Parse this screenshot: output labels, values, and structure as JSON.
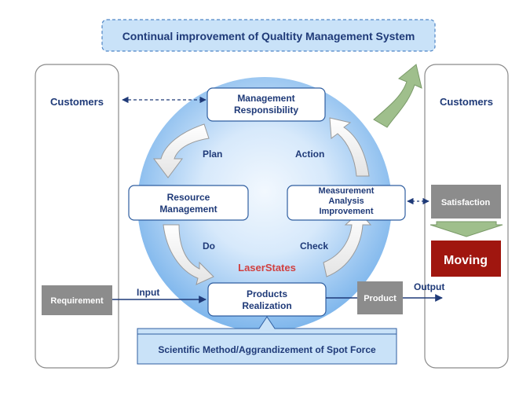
{
  "banner": {
    "title": "Continual improvement of Qualtity Management System"
  },
  "left_panel": {
    "title": "Customers",
    "requirement_label": "Requirement"
  },
  "right_panel": {
    "title": "Customers",
    "satisfaction_label": "Satisfaction",
    "moving_label": "Moving"
  },
  "process": {
    "management": [
      "Management",
      "Responsibility"
    ],
    "resource": [
      "Resource",
      "Management"
    ],
    "measurement": [
      "Measurement",
      "Analysis",
      "Improvement"
    ],
    "products": [
      "Products",
      "Realization"
    ],
    "product_box": "Product"
  },
  "cycle_labels": {
    "plan": "Plan",
    "action": "Action",
    "do": "Do",
    "check": "Check",
    "input": "Input",
    "output": "Output"
  },
  "center_label": "LaserStates",
  "footer": {
    "title": "Scientific Method/Aggrandizement of Spot Force"
  },
  "colors": {
    "accent_text": "#1f3a78",
    "circle_light": "#e8f3fd",
    "circle_dark": "#7eb6ec",
    "banner_fill": "#c9e2f8",
    "gray_box": "#8c8c8c",
    "moving_red": "#a0160f",
    "laserstates_red": "#d14040",
    "green_arrow": "#9fbf8c"
  }
}
